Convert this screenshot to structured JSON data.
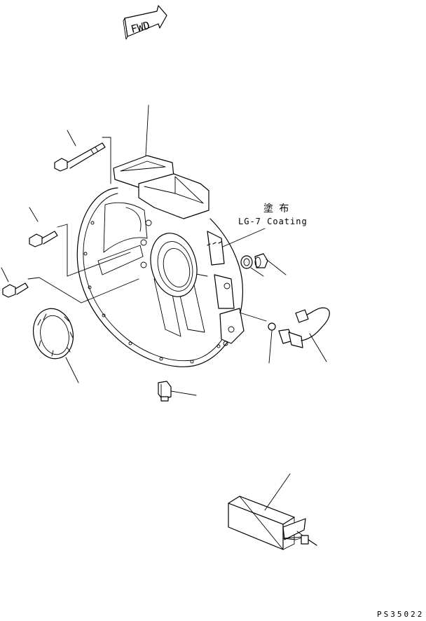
{
  "fwd_arrow": {
    "label": "FWD"
  },
  "note": {
    "japanese": "塗 布",
    "english": "LG-7 Coating"
  },
  "figure_code": "PS35022",
  "icons": {
    "fwd_arrow": "fwd-direction-arrow",
    "housing": "flywheel-housing",
    "bolts": "hex-bolt",
    "seal": "oil-seal",
    "plug": "drain-plug",
    "sensor": "speed-sensor",
    "tool": "installation-tool"
  }
}
